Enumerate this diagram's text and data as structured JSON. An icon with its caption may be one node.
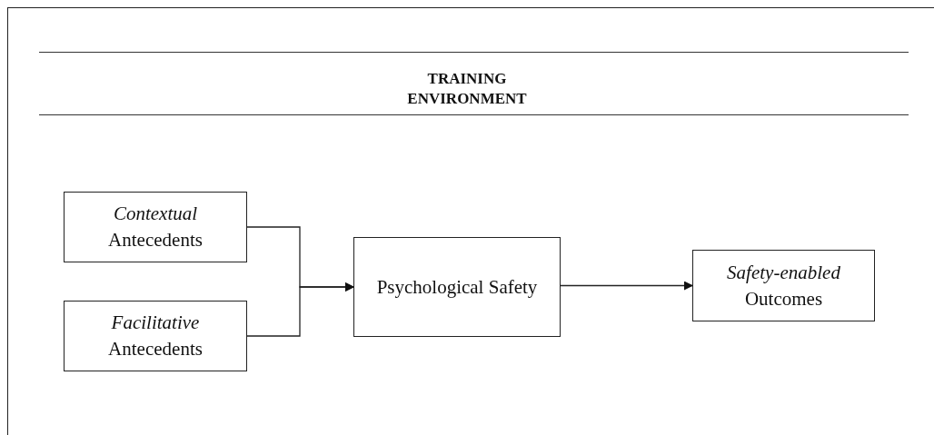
{
  "diagram": {
    "title": "TRAINING ENVIRONMENT",
    "nodes": [
      {
        "text": [
          "*Contextual* Antecedents"
        ]
      },
      {
        "text": [
          "*Facilitative* Antecedents"
        ]
      },
      {
        "text": [
          "Psychological Safety"
        ]
      },
      {
        "text": [
          "*Safety-enabled* Outcomes"
        ]
      }
    ],
    "edges": [
      {
        "from": 0,
        "to": 2,
        "arrow": "to"
      },
      {
        "from": 1,
        "to": 2,
        "arrow": "to"
      },
      {
        "from": 2,
        "to": 3,
        "arrow": "to"
      }
    ]
  }
}
